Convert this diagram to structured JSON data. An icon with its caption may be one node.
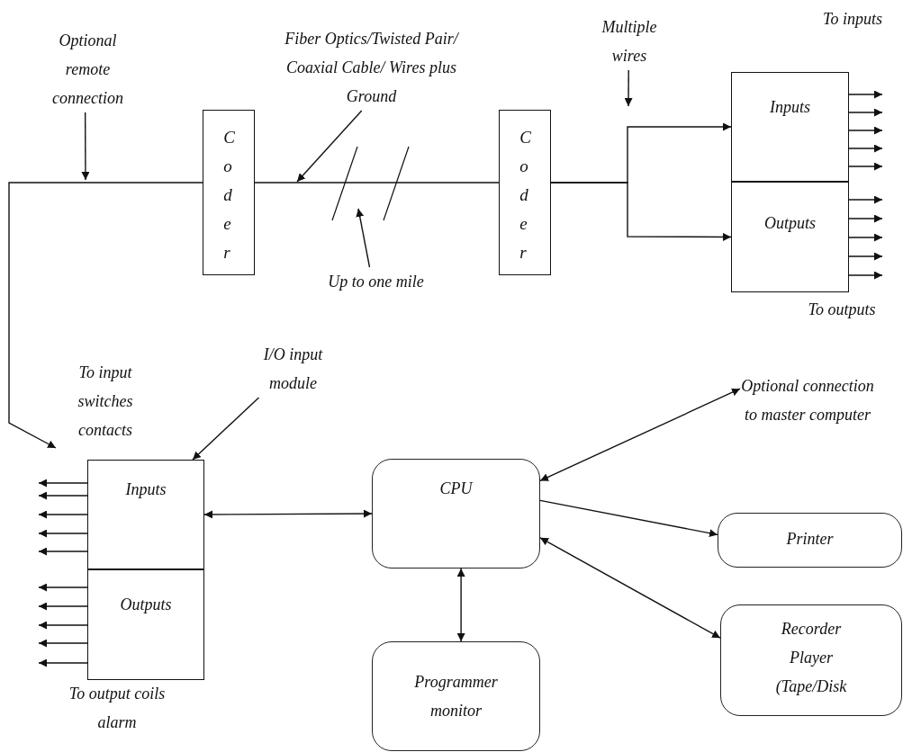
{
  "diagram": {
    "nodes": [
      {
        "text": [
          "Optional remote connection"
        ]
      },
      {
        "text": [
          "Fiber Optics/Twisted Pair/ Coaxial Cable/ Wires plus Ground"
        ]
      },
      {
        "text": [
          "Coder"
        ]
      },
      {
        "text": [
          "Coder"
        ]
      },
      {
        "text": [
          "Up to one mile"
        ]
      },
      {
        "text": [
          "Multiple wires"
        ]
      },
      {
        "text": [
          "Inputs"
        ],
        "beside": [
          "To inputs"
        ]
      },
      {
        "text": [
          "Outputs"
        ],
        "beside": [
          "To outputs"
        ]
      },
      {
        "text": [
          "I/O input module"
        ]
      },
      {
        "text": [
          "Inputs"
        ],
        "beside": [
          "To input switches contacts"
        ]
      },
      {
        "text": [
          "Outputs"
        ],
        "beside": [
          "To output coils alarm"
        ]
      },
      {
        "text": [
          "CPU"
        ]
      },
      {
        "text": [
          "Optional connection to master computer"
        ]
      },
      {
        "text": [
          "Printer"
        ]
      },
      {
        "text": [
          "Recorder Player (Tape/Disk"
        ]
      },
      {
        "text": [
          "Programmer monitor"
        ]
      }
    ],
    "edges": [
      {
        "from": 0,
        "to": null,
        "arrow": "to"
      },
      {
        "from": 1,
        "to": null,
        "arrow": "to"
      },
      {
        "from": 2,
        "to": 3,
        "arrow": "none"
      },
      {
        "from": 4,
        "to": null,
        "arrow": "to"
      },
      {
        "from": 5,
        "to": null,
        "arrow": "to"
      },
      {
        "from": 3,
        "to": 6,
        "arrow": "to"
      },
      {
        "from": 3,
        "to": 7,
        "arrow": "to"
      },
      {
        "from": 6,
        "to": null,
        "arrow": "to"
      },
      {
        "from": 6,
        "to": null,
        "arrow": "to"
      },
      {
        "from": 6,
        "to": null,
        "arrow": "to"
      },
      {
        "from": 6,
        "to": null,
        "arrow": "to"
      },
      {
        "from": 6,
        "to": null,
        "arrow": "to"
      },
      {
        "from": 7,
        "to": null,
        "arrow": "to"
      },
      {
        "from": 7,
        "to": null,
        "arrow": "to"
      },
      {
        "from": 7,
        "to": null,
        "arrow": "to"
      },
      {
        "from": 7,
        "to": null,
        "arrow": "to"
      },
      {
        "from": 7,
        "to": null,
        "arrow": "to"
      },
      {
        "from": 2,
        "to": null,
        "arrow": "to"
      },
      {
        "from": 8,
        "to": 9,
        "arrow": "to"
      },
      {
        "from": 9,
        "to": null,
        "arrow": "to"
      },
      {
        "from": 9,
        "to": null,
        "arrow": "to"
      },
      {
        "from": 9,
        "to": null,
        "arrow": "to"
      },
      {
        "from": 9,
        "to": null,
        "arrow": "to"
      },
      {
        "from": 9,
        "to": null,
        "arrow": "to"
      },
      {
        "from": 10,
        "to": null,
        "arrow": "to"
      },
      {
        "from": 10,
        "to": null,
        "arrow": "to"
      },
      {
        "from": 10,
        "to": null,
        "arrow": "to"
      },
      {
        "from": 10,
        "to": null,
        "arrow": "to"
      },
      {
        "from": 10,
        "to": null,
        "arrow": "to"
      },
      {
        "from": 9,
        "to": 11,
        "arrow": "both"
      },
      {
        "from": 11,
        "to": 12,
        "arrow": "both"
      },
      {
        "from": 11,
        "to": 13,
        "arrow": "to"
      },
      {
        "from": 11,
        "to": 14,
        "arrow": "both"
      },
      {
        "from": 11,
        "to": 15,
        "arrow": "both"
      }
    ]
  }
}
